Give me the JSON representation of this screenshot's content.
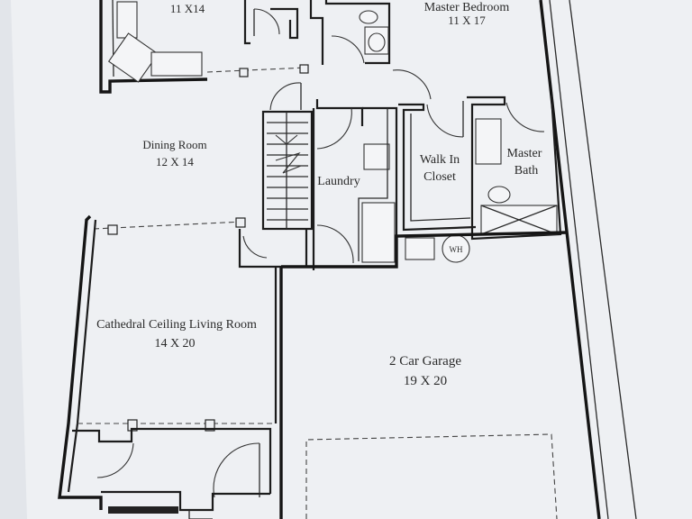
{
  "rooms": {
    "top_left_room": {
      "dims": "11 X14"
    },
    "master_bedroom": {
      "name": "Master Bedroom",
      "dims": "11 X 17"
    },
    "dining_room": {
      "name": "Dining Room",
      "dims": "12 X 14"
    },
    "laundry": {
      "name": "Laundry"
    },
    "walk_in_closet": {
      "name_line1": "Walk In",
      "name_line2": "Closet"
    },
    "master_bath": {
      "name_line1": "Master",
      "name_line2": "Bath"
    },
    "living_room": {
      "name": "Cathedral Ceiling Living Room",
      "dims": "14 X 20"
    },
    "garage": {
      "name": "2 Car Garage",
      "dims": "19 X 20"
    }
  },
  "fixtures": {
    "water_heater": "WH"
  },
  "colors": {
    "paper": "#eef0f3",
    "ink": "#1c1c1c"
  }
}
